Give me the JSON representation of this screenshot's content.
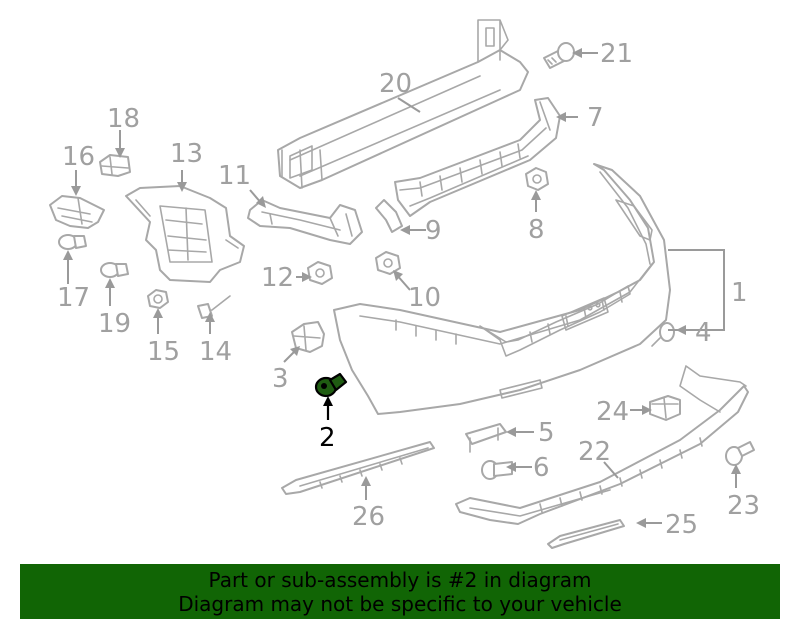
{
  "diagram": {
    "callouts": {
      "c1": "1",
      "c2": "2",
      "c3": "3",
      "c4": "4",
      "c5": "5",
      "c6": "6",
      "c7": "7",
      "c8": "8",
      "c9": "9",
      "c10": "10",
      "c11": "11",
      "c12": "12",
      "c13": "13",
      "c14": "14",
      "c15": "15",
      "c16": "16",
      "c17": "17",
      "c18": "18",
      "c19": "19",
      "c20": "20",
      "c21": "21",
      "c22": "22",
      "c23": "23",
      "c24": "24",
      "c25": "25",
      "c26": "26"
    },
    "highlighted_part": "2",
    "colors": {
      "highlight_fill": "#1f5c12",
      "line_gray": "#a8a8a8",
      "banner_bg": "#116505"
    }
  },
  "banner": {
    "line1": "Part or sub-assembly is #2 in diagram",
    "line2": "Diagram may not be specific to your vehicle"
  }
}
